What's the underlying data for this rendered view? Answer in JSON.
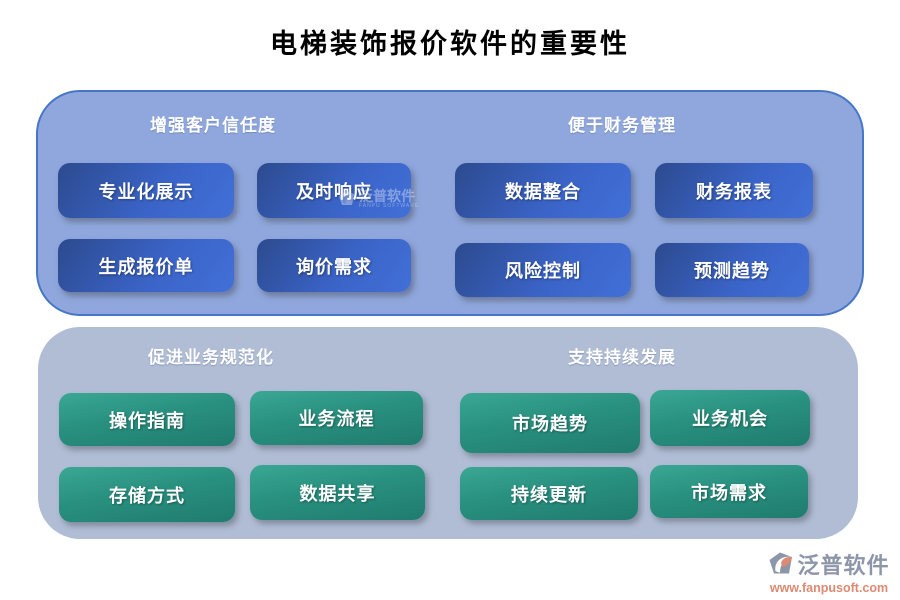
{
  "title": "电梯装饰报价软件的重要性",
  "colors": {
    "top_panel": "#8fa7dc",
    "top_panel_border": "#4676c8",
    "bottom_panel": "#b0bdd4",
    "blue_button": "#3a63c6",
    "teal_button": "#29907f",
    "logo_gray": "#8d96a8",
    "logo_salmon": "#dd8a72"
  },
  "panels": [
    {
      "groups": [
        {
          "header": "增强客户信任度",
          "buttons": [
            "专业化展示",
            "及时响应",
            "生成报价单",
            "询价需求"
          ]
        },
        {
          "header": "便于财务管理",
          "buttons": [
            "数据整合",
            "财务报表",
            "风险控制",
            "预测趋势"
          ]
        }
      ]
    },
    {
      "groups": [
        {
          "header": "促进业务规范化",
          "buttons": [
            "操作指南",
            "业务流程",
            "存储方式",
            "数据共享"
          ]
        },
        {
          "header": "支持持续发展",
          "buttons": [
            "市场趋势",
            "业务机会",
            "持续更新",
            "市场需求"
          ]
        }
      ]
    }
  ],
  "watermark": {
    "text": "泛普软件",
    "subtext": "FANPU SOFTWARE"
  },
  "logo": {
    "brand": "泛普软件",
    "url": "www.fanpusoft.com"
  }
}
